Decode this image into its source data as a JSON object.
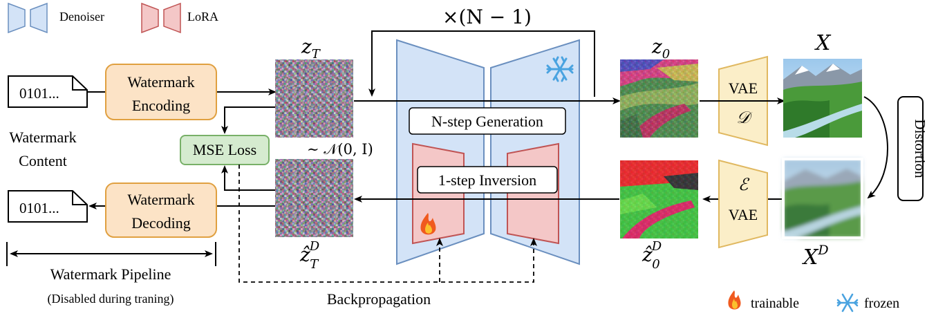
{
  "legend": {
    "denoiser": "Denoiser",
    "lora": "LoRA",
    "trainable": "trainable",
    "frozen": "frozen"
  },
  "labels": {
    "loop": "×(N − 1)",
    "zT": "z",
    "zT_sub": "T",
    "z0": "z",
    "z0_sub": "0",
    "X": "X",
    "zhatTD": "ẑ",
    "zhatTD_sub": "T",
    "zhatTD_sup": "D",
    "zhat0D": "ẑ",
    "zhat0D_sub": "0",
    "zhat0D_sup": "D",
    "XD": "X",
    "XD_sup": "D",
    "noise_dist": "∼ 𝒩(0, I)"
  },
  "blocks": {
    "watermark_encoding": [
      "Watermark",
      "Encoding"
    ],
    "watermark_decoding": [
      "Watermark",
      "Decoding"
    ],
    "mse_loss": "MSE Loss",
    "n_step_generation": "N-step Generation",
    "one_step_inversion": "1-step Inversion",
    "vae_decoder": {
      "name": "VAE",
      "symbol": "𝒟"
    },
    "vae_encoder": {
      "name": "VAE",
      "symbol": "ℰ"
    },
    "distortion": "Distortion"
  },
  "inputs": {
    "bits_in": "0101...",
    "bits_out": "0101...",
    "watermark_content": [
      "Watermark",
      "Content"
    ]
  },
  "pipeline": {
    "title": "Watermark Pipeline",
    "note": "(Disabled during traning)"
  },
  "backprop": "Backpropagation",
  "colors": {
    "denoiser_fill": "#d3e3f7",
    "denoiser_stroke": "#6a8fbf",
    "lora_fill": "#f4c7c7",
    "lora_stroke": "#c05454",
    "watermark_fill": "#fce3c6",
    "watermark_stroke": "#e0a040",
    "mse_fill": "#d5ebcf",
    "mse_stroke": "#78b068",
    "vae_fill": "#fbeec8",
    "vae_stroke": "#e0b860",
    "snow": "#4aa3e0",
    "fire": "#f05a1e"
  }
}
